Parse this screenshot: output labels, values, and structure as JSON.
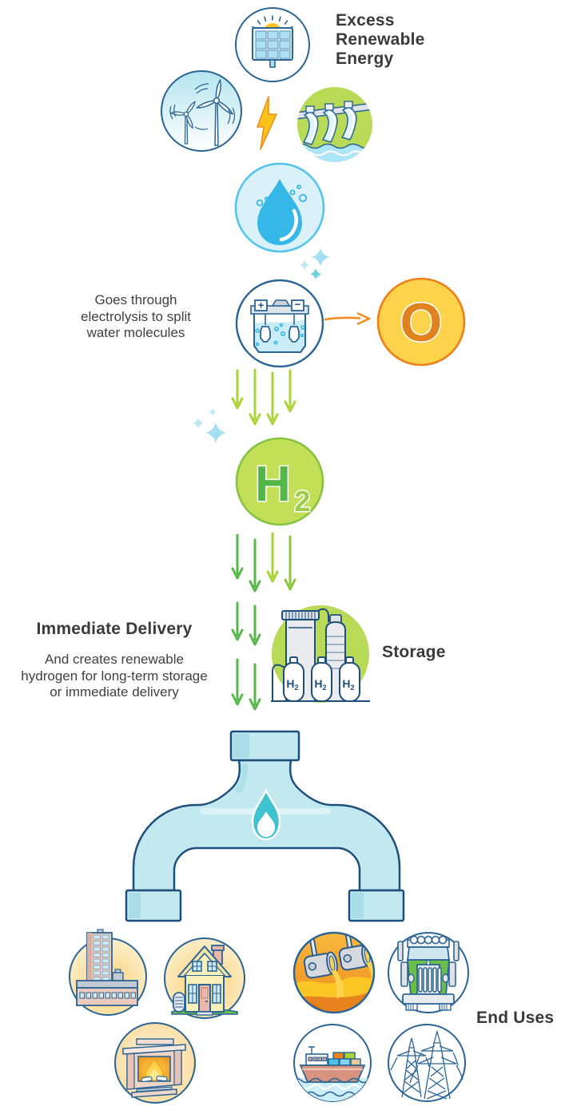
{
  "title": {
    "text": "Excess Renewable Energy"
  },
  "electrolysis": {
    "caption_lines": [
      "Goes through",
      "electrolysis to split",
      "water molecules"
    ],
    "plus": "+",
    "minus": "−"
  },
  "oxygen": {
    "symbol": "O"
  },
  "hydrogen": {
    "symbol": "H",
    "subscript": "2"
  },
  "delivery": {
    "heading": "Immediate Delivery",
    "body_lines": [
      "And creates renewable",
      "hydrogen for long-term storage",
      "or immediate delivery"
    ]
  },
  "storage": {
    "label": "Storage"
  },
  "end_uses": {
    "label": "End Uses"
  },
  "icons": [
    "solar-panel-icon",
    "wind-turbines-icon",
    "hydro-dam-icon",
    "lightning-icon",
    "water-drop-icon",
    "electrolyzer-icon",
    "oxygen-circle",
    "hydrogen-circle",
    "storage-tanks-icon",
    "pipe-splitter-icon",
    "flame-icon",
    "commercial-buildings-icon",
    "house-icon",
    "fireplace-icon",
    "metal-pouring-icon",
    "truck-icon",
    "ship-icon",
    "power-towers-icon",
    "sparkle-icon",
    "down-arrow-icon"
  ],
  "colors": {
    "outline_blue": "#2a6496",
    "deep_blue": "#1d4f7c",
    "bright_blue": "#35b7e8",
    "pale_blue": "#daf1fa",
    "pipe_blue": "#c2e9f0",
    "flame_teal": "#3fc3cf",
    "lime_green": "#a9d437",
    "green": "#56b848",
    "h2_fill": "#c3df58",
    "circle_green": "#b9da57",
    "orange": "#ef8e1e",
    "o_yellow": "#fcd34b",
    "text_dark": "#3a3a3a"
  }
}
